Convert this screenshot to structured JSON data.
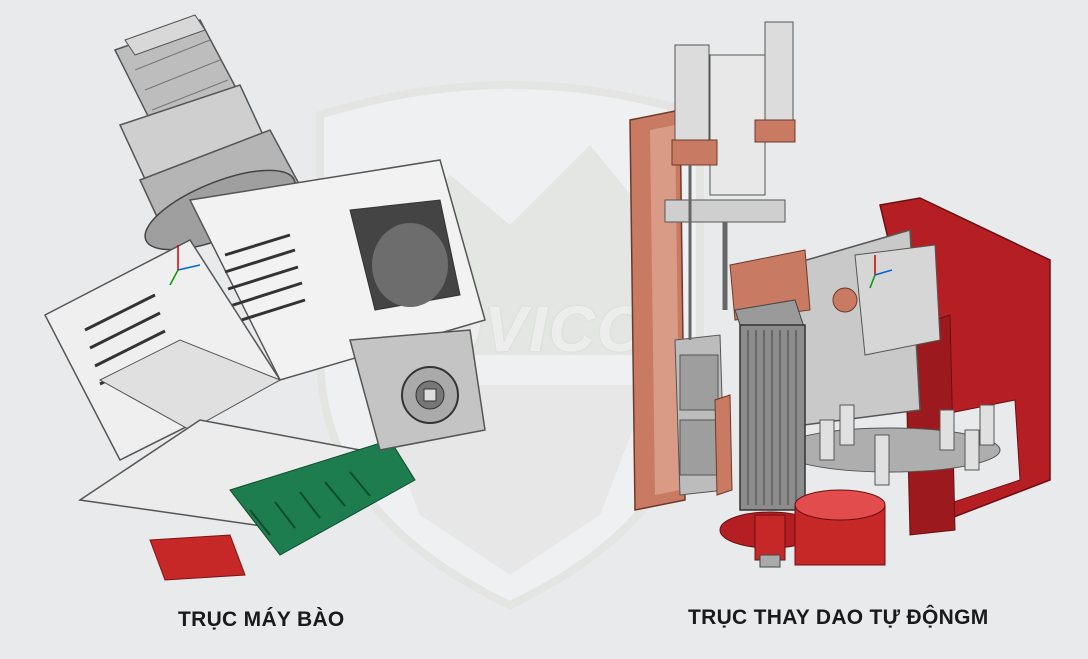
{
  "watermark": {
    "text": "FUVICO"
  },
  "captions": {
    "left": "TRỤC MÁY BÀO",
    "right": "TRỤC THAY DAO TỰ ĐỘNGM"
  },
  "colors": {
    "background": "#e9eaec",
    "frame_red": "#b51f24",
    "copper": "#c87a62",
    "steel": "#c9c9c9",
    "green_belt": "#1d7d4e"
  }
}
